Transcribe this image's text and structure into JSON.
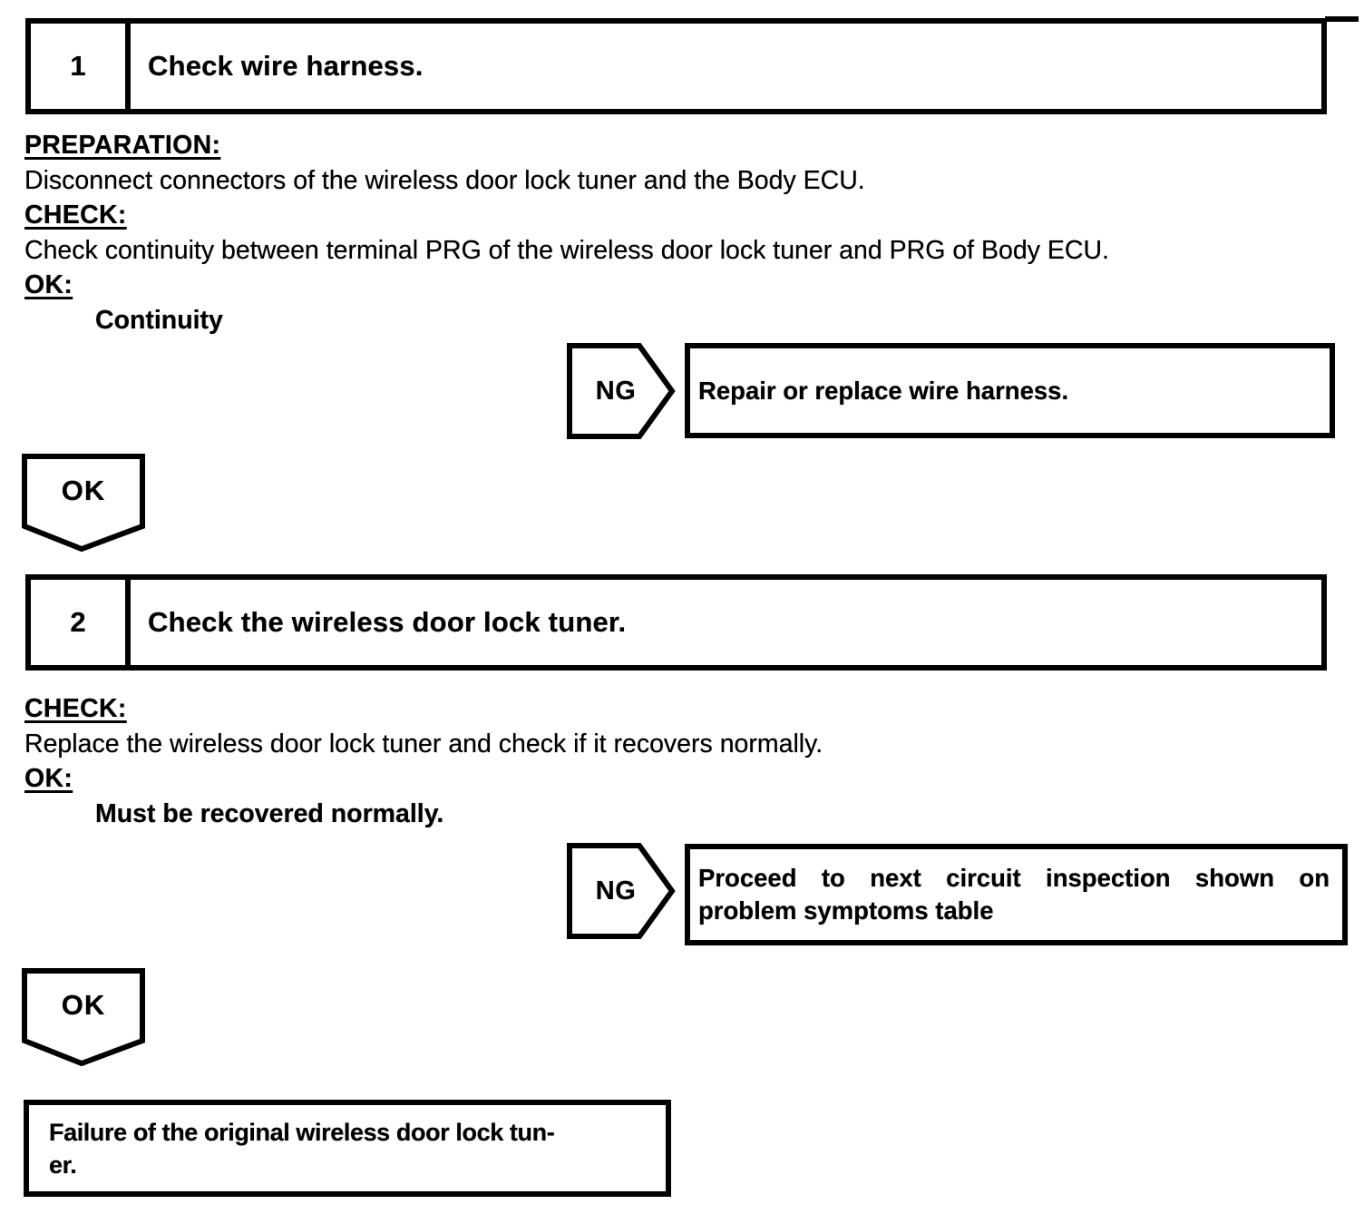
{
  "colors": {
    "ink": "#000000",
    "paper": "#ffffff"
  },
  "step1": {
    "number": "1",
    "title": "Check wire harness."
  },
  "section1": {
    "preparation_heading": "PREPARATION:",
    "preparation_text": "Disconnect connectors of the wireless door lock tuner and the Body ECU.",
    "check_heading": "CHECK:",
    "check_text": "Check continuity between terminal PRG of the wireless door lock tuner and PRG of Body ECU.",
    "ok_heading": "OK:",
    "ok_value": "Continuity"
  },
  "ng1": {
    "label": "NG",
    "action": "Repair or replace wire harness."
  },
  "ok1": {
    "label": "OK"
  },
  "step2": {
    "number": "2",
    "title": "Check the wireless door lock tuner."
  },
  "section2": {
    "check_heading": "CHECK:",
    "check_text": "Replace the wireless door lock tuner and check if it recovers normally.",
    "ok_heading": "OK:",
    "ok_value": "Must be recovered normally."
  },
  "ng2": {
    "label": "NG",
    "action_lines": [
      "Proceed to next circuit inspection shown on",
      "problem symptoms table"
    ]
  },
  "ok2": {
    "label": "OK"
  },
  "result": {
    "lines": [
      "Failure of the original wireless door lock tun-",
      "er."
    ]
  }
}
